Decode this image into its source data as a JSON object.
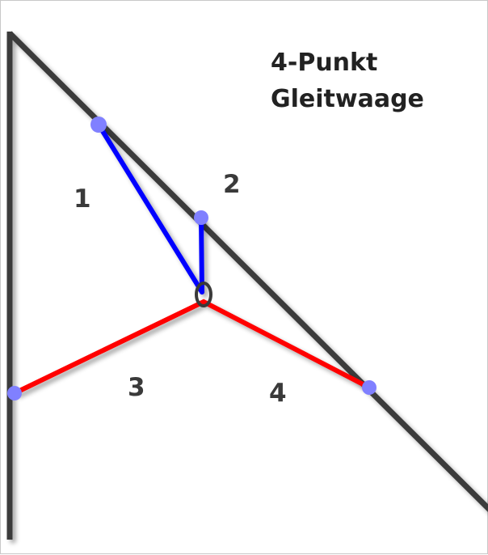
{
  "title": {
    "line1": "4-Punkt",
    "line2": "Gleitwaage"
  },
  "labels": {
    "one": "1",
    "two": "2",
    "three": "3",
    "four": "4"
  },
  "colors": {
    "structure": "#3a3a3a",
    "upper_links": "#0000ff",
    "lower_links": "#ff0000",
    "points": "#8080ff"
  }
}
